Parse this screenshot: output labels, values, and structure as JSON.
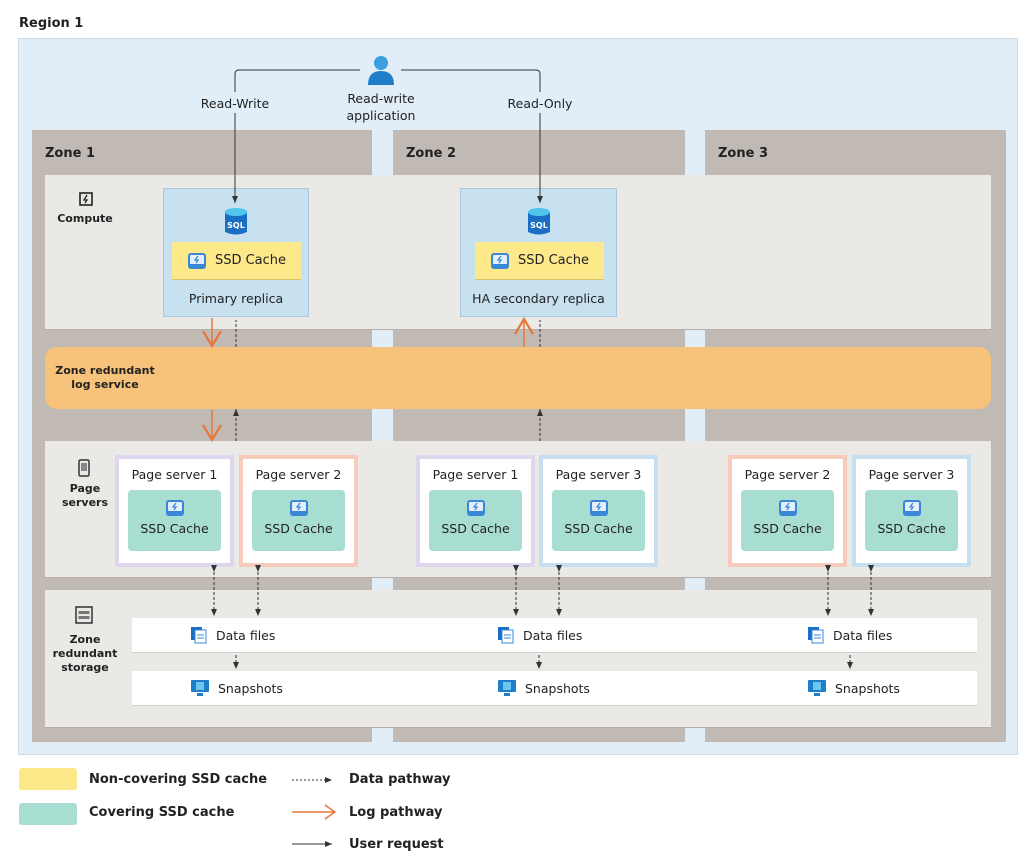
{
  "region_title": "Region 1",
  "user": {
    "label": "Read-write application",
    "read_write": "Read-Write",
    "read_only": "Read-Only"
  },
  "zones": [
    "Zone 1",
    "Zone 2",
    "Zone 3"
  ],
  "bands": {
    "compute": "Compute",
    "log": "Zone redundant log service",
    "page_servers": "Page servers",
    "storage": "Zone redundant storage"
  },
  "replicas": {
    "primary": "Primary replica",
    "secondary": "HA secondary replica",
    "cache": "SSD Cache",
    "sql": "SQL"
  },
  "page_servers": [
    {
      "title": "Page server 1",
      "cache": "SSD Cache"
    },
    {
      "title": "Page server 2",
      "cache": "SSD Cache"
    },
    {
      "title": "Page server 1",
      "cache": "SSD Cache"
    },
    {
      "title": "Page server 3",
      "cache": "SSD Cache"
    },
    {
      "title": "Page server 2",
      "cache": "SSD Cache"
    },
    {
      "title": "Page server 3",
      "cache": "SSD Cache"
    }
  ],
  "storage": {
    "data_files": "Data files",
    "snapshots": "Snapshots"
  },
  "legend": {
    "non_covering": "Non-covering SSD cache",
    "covering": "Covering SSD cache",
    "data": "Data pathway",
    "log": "Log pathway",
    "user": "User request"
  },
  "colors": {
    "non_covering": "#fde88a",
    "covering": "#a8ddd2",
    "log_pathway": "#e8783a",
    "log_service": "#f7c27a",
    "replica": "#c7e1f0"
  }
}
